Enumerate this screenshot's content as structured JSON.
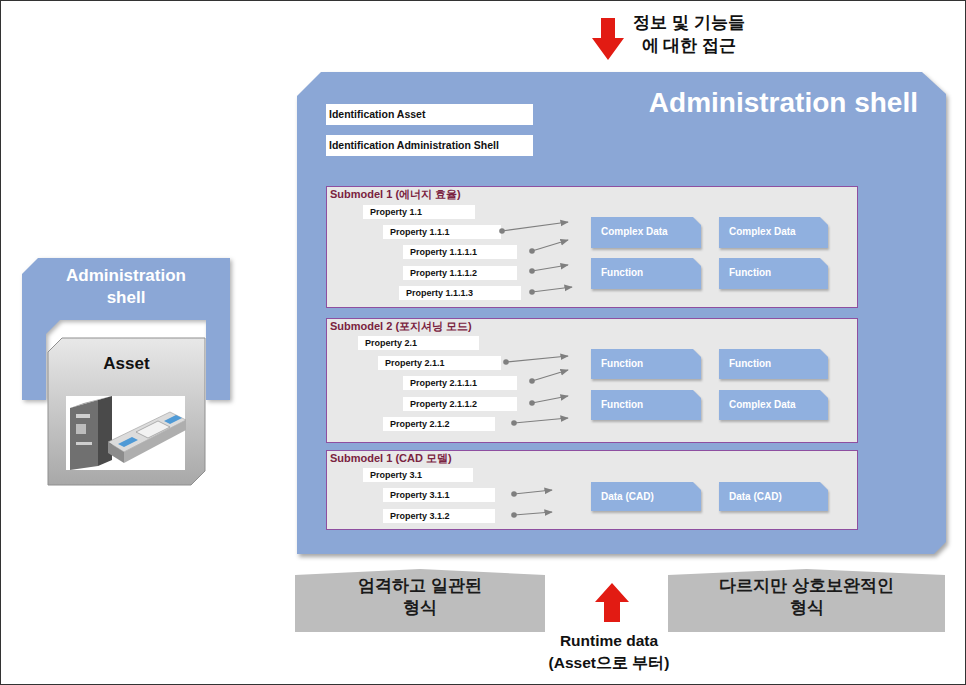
{
  "diagram": {
    "nodes": [
      {
        "text": [
          "Administration shell"
        ]
      },
      {
        "text": [
          "Asset"
        ]
      },
      {
        "text": [
          "Administration shell"
        ]
      },
      {
        "text": [
          "Identification Asset"
        ],
        "in": 2
      },
      {
        "text": [
          "Identification Administration Shell"
        ],
        "in": 2
      },
      {
        "text": [
          "Submodel 1 (에너지 효율)"
        ],
        "in": 2
      },
      {
        "text": [
          "Property 1.1"
        ],
        "in": 5
      },
      {
        "text": [
          "Property 1.1.1"
        ],
        "in": 5
      },
      {
        "text": [
          "Property 1.1.1.1"
        ],
        "in": 5
      },
      {
        "text": [
          "Property 1.1.1.2"
        ],
        "in": 5
      },
      {
        "text": [
          "Property 1.1.1.3"
        ],
        "in": 5
      },
      {
        "text": [
          "Complex Data"
        ],
        "in": 5
      },
      {
        "text": [
          "Complex Data"
        ],
        "in": 5
      },
      {
        "text": [
          "Function"
        ],
        "in": 5
      },
      {
        "text": [
          "Function"
        ],
        "in": 5
      },
      {
        "text": [
          "Submodel 2 (포지셔닝 모드)"
        ],
        "in": 2
      },
      {
        "text": [
          "Property 2.1"
        ],
        "in": 15
      },
      {
        "text": [
          "Property 2.1.1"
        ],
        "in": 15
      },
      {
        "text": [
          "Property 2.1.1.1"
        ],
        "in": 15
      },
      {
        "text": [
          "Property 2.1.1.2"
        ],
        "in": 15
      },
      {
        "text": [
          "Property 2.1.2"
        ],
        "in": 15
      },
      {
        "text": [
          "Function"
        ],
        "in": 15
      },
      {
        "text": [
          "Function"
        ],
        "in": 15
      },
      {
        "text": [
          "Function"
        ],
        "in": 15
      },
      {
        "text": [
          "Complex Data"
        ],
        "in": 15
      },
      {
        "text": [
          "Submodel 1 (CAD 모델)"
        ],
        "in": 2
      },
      {
        "text": [
          "Property 3.1"
        ],
        "in": 25
      },
      {
        "text": [
          "Property 3.1.1"
        ],
        "in": 25
      },
      {
        "text": [
          "Property 3.1.2"
        ],
        "in": 25
      },
      {
        "text": [
          "Data (CAD)"
        ],
        "in": 25
      },
      {
        "text": [
          "Data (CAD)"
        ],
        "in": 25
      },
      {
        "text": [
          "엄격하고 일관된 형식"
        ]
      },
      {
        "text": [
          "다르지만 상호보완적인 형식"
        ]
      }
    ],
    "labels": [
      "정보 및 기능들 에 대한 접근",
      "Runtime data (Asset으로 부터)"
    ]
  }
}
